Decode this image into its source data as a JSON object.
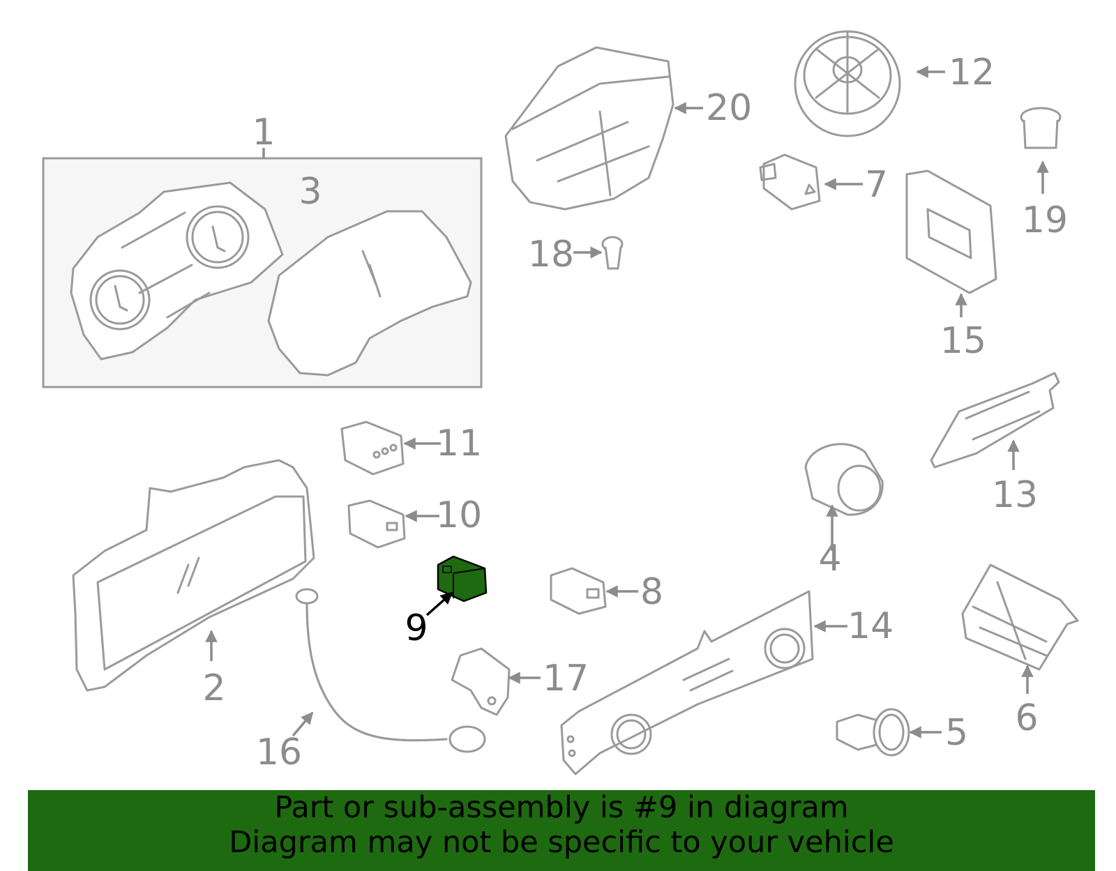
{
  "diagram": {
    "highlight_part": "9",
    "highlight_color": "#1e6a10",
    "line_color": "#9a9a9a",
    "callouts": [
      "1",
      "2",
      "3",
      "4",
      "5",
      "6",
      "7",
      "8",
      "9",
      "10",
      "11",
      "12",
      "13",
      "14",
      "15",
      "16",
      "17",
      "18",
      "19",
      "20"
    ]
  },
  "banner": {
    "line1": "Part or sub-assembly is #9 in diagram",
    "line2": "Diagram may not be specific to your vehicle",
    "background": "#1e6a10"
  }
}
